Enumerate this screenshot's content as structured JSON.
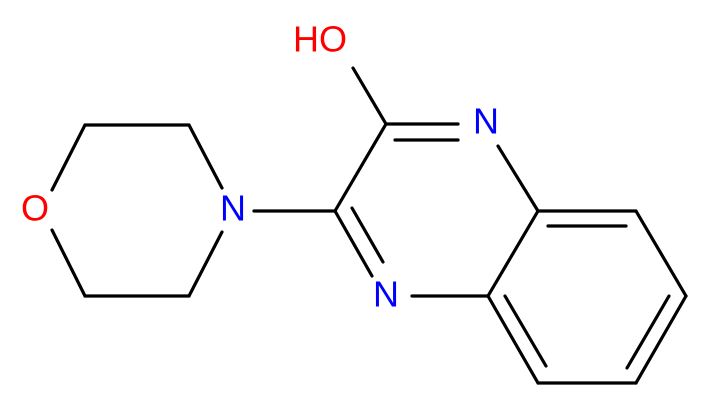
{
  "molecule": {
    "colors": {
      "bond": "#000000",
      "nitrogen": "#0000ff",
      "oxygen": "#ff0000"
    },
    "labels": {
      "hydroxyl": "HO",
      "ring_oxygen": "O",
      "morpholine_nitrogen": "N",
      "pyrazine_n1": "N",
      "pyrazine_n4": "N"
    }
  }
}
